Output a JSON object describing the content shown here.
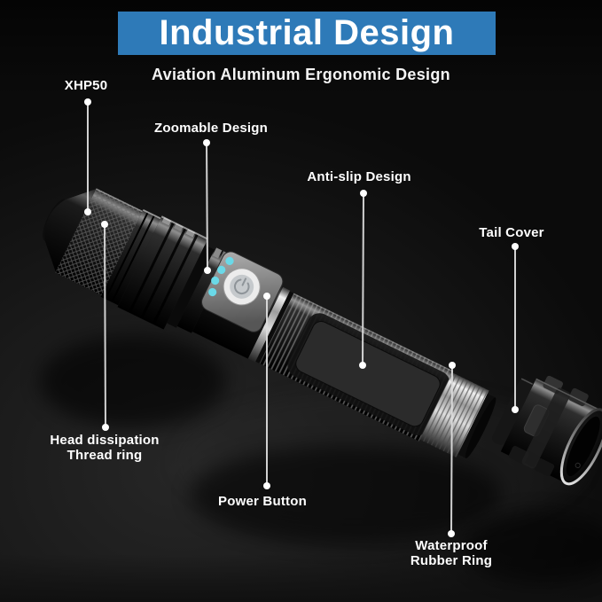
{
  "banner": {
    "title": "Industrial Design",
    "subtitle": "Aviation Aluminum Ergonomic Design"
  },
  "callouts": {
    "xhp50": {
      "label": "XHP50"
    },
    "zoomable": {
      "label": "Zoomable Design"
    },
    "antislip": {
      "label": "Anti-slip Design"
    },
    "tail_cover": {
      "label": "Tail Cover"
    },
    "head_dissipation": {
      "line1": "Head dissipation",
      "line2": "Thread ring"
    },
    "power_button": {
      "label": "Power Button"
    },
    "waterproof": {
      "line1": "Waterproof",
      "line2": "Rubber Ring"
    }
  },
  "product": {
    "type": "led-flashlight",
    "indicator_led_count": 4,
    "icons": [
      "power-icon",
      "led-indicator-dots"
    ]
  },
  "colors": {
    "banner_blue": "#2e7ab8",
    "led_cyan": "#6ad9e8",
    "label_text": "#ffffff",
    "callout_line": "#dcdcdc",
    "background_dark": "#161616"
  }
}
